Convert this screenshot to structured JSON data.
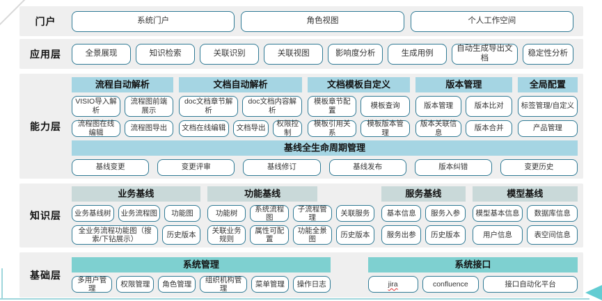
{
  "colors": {
    "band_bg": "#efefef",
    "blue_header_bg": "#a5d5e3",
    "gray_header_bg": "#c9d9d9",
    "teal_header_bg": "#7ed0d0",
    "box_border": "#2e7994",
    "accent_line": "#9ed6dc",
    "arrow": "#63ccd2"
  },
  "portal": {
    "label": "门户",
    "buttons": [
      "系统门户",
      "角色视图",
      "个人工作空间"
    ]
  },
  "application": {
    "label": "应用层",
    "buttons": [
      "全景展现",
      "知识检索",
      "关联识别",
      "关联视图",
      "影响度分析",
      "生成用例",
      "自动生成导出文档",
      "稳定性分析"
    ]
  },
  "capability": {
    "label": "能力层",
    "groups": [
      {
        "header": "流程自动解析",
        "rows": [
          [
            "VISIO导入解析",
            "流程图前端展示"
          ],
          [
            "流程图在线编辑",
            "流程图导出"
          ]
        ]
      },
      {
        "header": "文档自动解析",
        "rows": [
          [
            "doc文档章节解析",
            "doc文档内容解析"
          ],
          [
            "文档在线编辑",
            "文档导出",
            "权限控制"
          ]
        ]
      },
      {
        "header": "文档模板自定义",
        "rows": [
          [
            "模板章节配置",
            "模板查询"
          ],
          [
            "模板引用关系",
            "模板版本管理"
          ]
        ]
      },
      {
        "header": "版本管理",
        "rows": [
          [
            "版本管理",
            "版本比对"
          ],
          [
            "版本关联信息",
            "版本合并"
          ]
        ]
      },
      {
        "header": "全局配置",
        "rows": [
          [
            "标签管理/自定义"
          ],
          [
            "产品管理"
          ]
        ]
      }
    ],
    "baseline": {
      "header": "基线全生命周期管理",
      "buttons": [
        "基线变更",
        "变更评审",
        "基线修订",
        "基线发布",
        "版本纠错",
        "变更历史"
      ]
    }
  },
  "knowledge": {
    "label": "知识层",
    "groups": [
      {
        "header": "业务基线",
        "rows": [
          [
            "业务基线树",
            "业务流程图",
            "功能图"
          ],
          [
            "全业务流程功能图（搜索/下钻展示）",
            "历史版本"
          ]
        ]
      },
      {
        "header": "功能基线",
        "rows": [
          [
            "功能树",
            "系统流程图",
            "子流程管理",
            "关联服务"
          ],
          [
            "关联业务规则",
            "属性可配置",
            "功能全景图",
            "历史版本"
          ]
        ]
      },
      {
        "header": "服务基线",
        "rows": [
          [
            "基本信息",
            "服务入参"
          ],
          [
            "服务出参",
            "历史版本"
          ]
        ]
      },
      {
        "header": "模型基线",
        "rows": [
          [
            "模型基本信息",
            "数据库信息"
          ],
          [
            "用户信息",
            "表空间信息"
          ]
        ]
      }
    ]
  },
  "base": {
    "label": "基础层",
    "groups": [
      {
        "header": "系统管理",
        "buttons": [
          "多用户管理",
          "权限管理",
          "角色管理",
          "组织机构管理",
          "菜单管理",
          "操作日志"
        ]
      },
      {
        "header": "系统接口",
        "buttons": [
          "jira",
          "confluence",
          "接口自动化平台"
        ]
      }
    ]
  }
}
